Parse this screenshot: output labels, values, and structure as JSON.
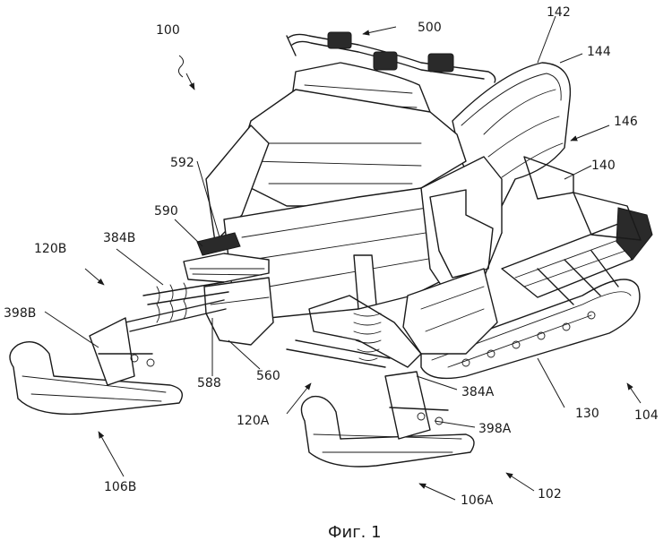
{
  "figure": {
    "caption": "Фиг. 1"
  },
  "references": [
    {
      "id": "ref-100",
      "label": "100"
    },
    {
      "id": "ref-142",
      "label": "142"
    },
    {
      "id": "ref-500",
      "label": "500"
    },
    {
      "id": "ref-144",
      "label": "144"
    },
    {
      "id": "ref-146",
      "label": "146"
    },
    {
      "id": "ref-592",
      "label": "592"
    },
    {
      "id": "ref-140",
      "label": "140"
    },
    {
      "id": "ref-590",
      "label": "590"
    },
    {
      "id": "ref-384B",
      "label": "384B"
    },
    {
      "id": "ref-120B",
      "label": "120B"
    },
    {
      "id": "ref-398B",
      "label": "398B"
    },
    {
      "id": "ref-588",
      "label": "588"
    },
    {
      "id": "ref-560",
      "label": "560"
    },
    {
      "id": "ref-384A",
      "label": "384A"
    },
    {
      "id": "ref-120A",
      "label": "120A"
    },
    {
      "id": "ref-130",
      "label": "130"
    },
    {
      "id": "ref-104",
      "label": "104"
    },
    {
      "id": "ref-398A",
      "label": "398A"
    },
    {
      "id": "ref-106B",
      "label": "106B"
    },
    {
      "id": "ref-106A",
      "label": "106A"
    },
    {
      "id": "ref-102",
      "label": "102"
    }
  ]
}
